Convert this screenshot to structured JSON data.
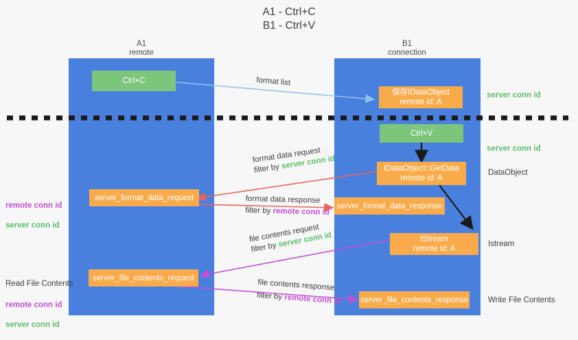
{
  "diagram": {
    "title": "A1 - Ctrl+C\nB1 - Ctrl+V",
    "colors": {
      "background": "#f7f7f7",
      "panel_blue": "#4a80dd",
      "node_orange": "#f9ab4b",
      "node_green": "#7cc67c",
      "arrow_lightblue": "#8dc3ef",
      "arrow_red": "#e8635e",
      "arrow_magenta": "#c14fd4",
      "arrow_black": "#1a1a1a",
      "text_green": "#5bbd6a",
      "text_purple": "#c14fd4",
      "text_dark": "#3c3c3c"
    },
    "panels": [
      {
        "id": "a1",
        "label": "A1\nremote"
      },
      {
        "id": "b1",
        "label": "B1\nconnection"
      }
    ],
    "nodes": [
      {
        "id": "ctrl-c",
        "label": "Ctrl+C",
        "style": "green"
      },
      {
        "id": "store-idataobject",
        "label": "保存IDataObject\nremote id: A",
        "style": "orange"
      },
      {
        "id": "ctrl-v",
        "label": "Ctrl+V",
        "style": "green"
      },
      {
        "id": "getdata",
        "label": "IDataObject::GetData\nremote id: A",
        "style": "orange"
      },
      {
        "id": "server-format-data-request",
        "label": "server_format_data_request",
        "style": "orange"
      },
      {
        "id": "server-format-data-response",
        "label": "server_format_data_response",
        "style": "orange"
      },
      {
        "id": "istream",
        "label": "IStream\nremote id: A",
        "style": "orange"
      },
      {
        "id": "server-file-contents-request",
        "label": "server_file_contents_request",
        "style": "orange"
      },
      {
        "id": "server-file-contents-response",
        "label": "server_file_contents_response",
        "style": "orange"
      }
    ],
    "right_labels": [
      {
        "id": "server-conn-id-1",
        "text": "server conn id",
        "color": "green"
      },
      {
        "id": "server-conn-id-2",
        "text": "server conn id",
        "color": "green"
      },
      {
        "id": "dataobject",
        "text": "DataObject",
        "color": "dark"
      },
      {
        "id": "istream-label",
        "text": "Istream",
        "color": "dark"
      },
      {
        "id": "write-file-contents",
        "text": "Write File Contents",
        "color": "dark"
      }
    ],
    "left_labels": [
      {
        "id": "format-conn-ids",
        "remote": "remote conn id",
        "server": "server conn id"
      },
      {
        "id": "read-file-contents",
        "heading": "Read File Contents",
        "remote": "remote conn id",
        "server": "server conn id"
      }
    ],
    "edge_labels": [
      {
        "id": "format-list",
        "line1": "format list"
      },
      {
        "id": "format-data-request",
        "line1": "format data request",
        "line2_prefix": "filter by ",
        "line2_token": "server conn id",
        "token_color": "green"
      },
      {
        "id": "format-data-response",
        "line1": "format data response",
        "line2_prefix": "filter by ",
        "line2_token": "remote conn id",
        "token_color": "purple"
      },
      {
        "id": "file-contents-request",
        "line1": "file contents request",
        "line2_prefix": "filter by ",
        "line2_token": "server conn id",
        "token_color": "green"
      },
      {
        "id": "file-contents-response",
        "line1": "file contents response",
        "line2_prefix": "filter by ",
        "line2_token": "remote conn id",
        "token_color": "purple"
      }
    ]
  }
}
